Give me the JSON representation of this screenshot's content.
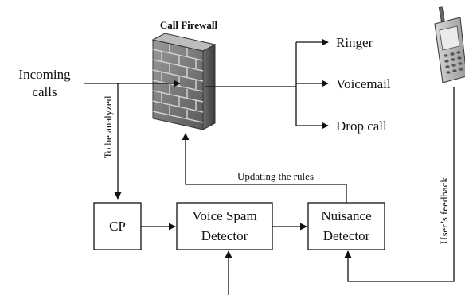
{
  "firewall": {
    "title": "Call Firewall"
  },
  "inputs": {
    "incoming_line1": "Incoming",
    "incoming_line2": "calls"
  },
  "outputs": [
    "Ringer",
    "Voicemail",
    "Drop call"
  ],
  "labels": {
    "to_be_analyzed": "To be analyzed",
    "updating_rules": "Updating the rules",
    "users_feedback": "User’s feedback"
  },
  "boxes": {
    "cp": "CP",
    "voice_spam_line1": "Voice Spam",
    "voice_spam_line2": "Detector",
    "nuisance_line1": "Nuisance",
    "nuisance_line2": "Detector"
  }
}
